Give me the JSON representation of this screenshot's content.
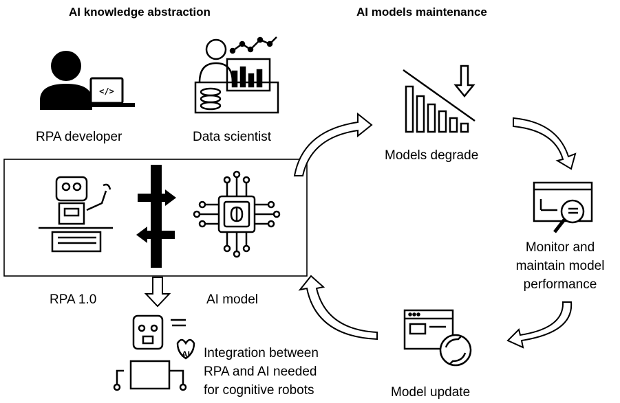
{
  "headings": {
    "left": "AI knowledge abstraction",
    "right": "AI models maintenance"
  },
  "roles": {
    "rpa_developer": "RPA developer",
    "data_scientist": "Data scientist"
  },
  "components": {
    "rpa": "RPA 1.0",
    "ai_model": "AI model"
  },
  "integration": {
    "line1": "Integration between",
    "line2": "RPA and AI needed",
    "line3": "for cognitive robots"
  },
  "cycle": {
    "degrade": "Models degrade",
    "monitor_line1": "Monitor and",
    "monitor_line2": "maintain model",
    "monitor_line3": "performance",
    "update": "Model update"
  },
  "icon_labels": {
    "code": "</>",
    "ai_badge": "AI"
  }
}
